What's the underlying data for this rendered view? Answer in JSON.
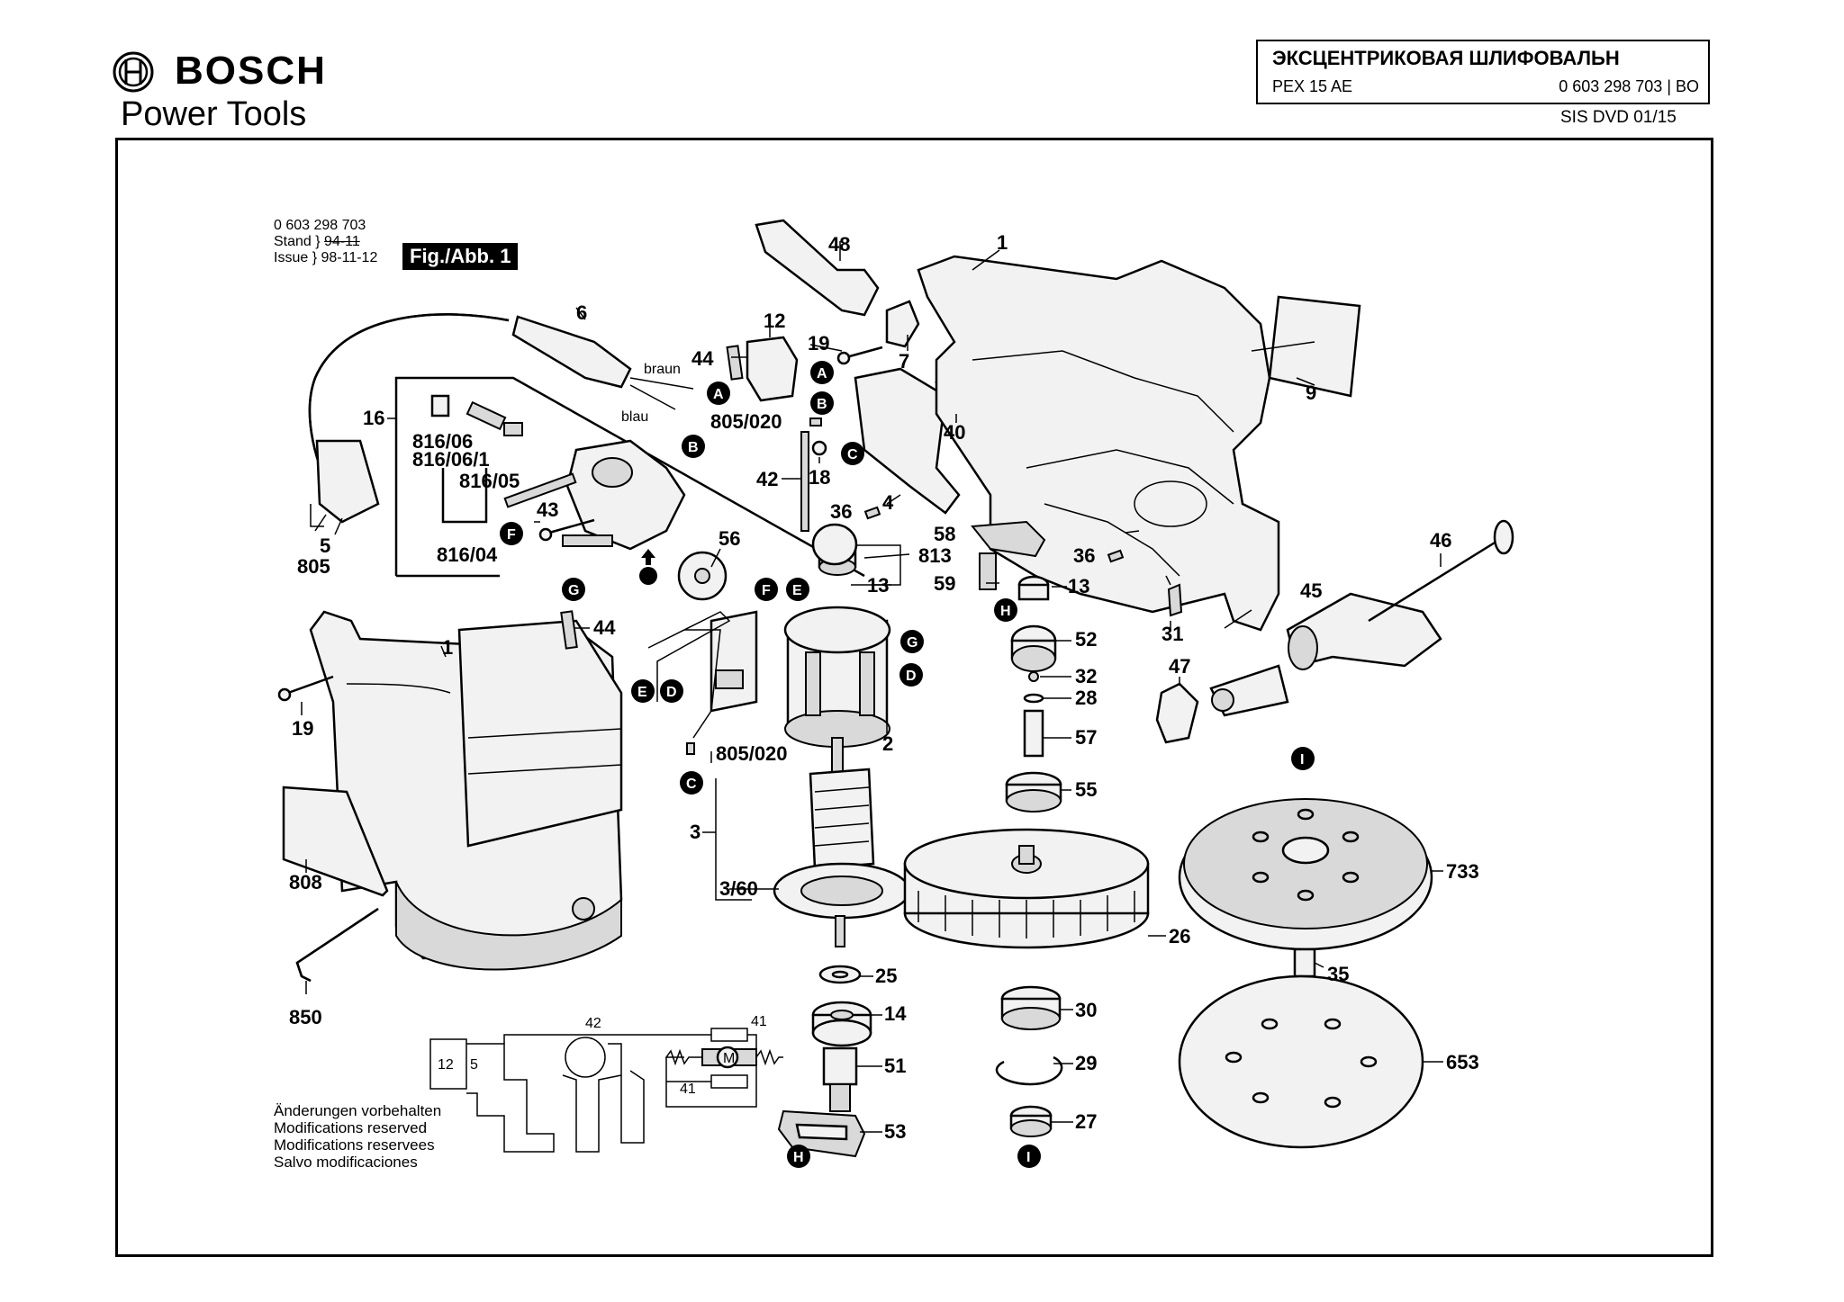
{
  "header": {
    "brand": "BOSCH",
    "subbrand": "Power Tools",
    "product_title": "ЭКСЦЕНТРИКОВАЯ ШЛИФОВАЛЬН",
    "model": "PEX 15 AE",
    "part_number": "0 603 298 703 | BO",
    "sis": "SIS DVD 01/15"
  },
  "info": {
    "number": "0 603 298 703",
    "stand_label": "Stand",
    "issue_label": "Issue",
    "stand_value": "94-11",
    "issue_value": "98-11-12",
    "figure": "Fig./Abb. 1"
  },
  "modifications": [
    "Änderungen vorbehalten",
    "Modifications reserved",
    "Modifications reservees",
    "Salvo modificaciones"
  ],
  "wires": {
    "braun": "braun",
    "blau": "blau"
  },
  "labels": {
    "l1a": "1",
    "l1b": "1",
    "l2": "2",
    "l3": "3",
    "l360": "3/60",
    "l4": "4",
    "l5": "5",
    "l6": "6",
    "l7": "7",
    "l9": "9",
    "l12": "12",
    "l13a": "13",
    "l13b": "13",
    "l14": "14",
    "l16": "16",
    "l18": "18",
    "l19a": "19",
    "l19b": "19",
    "l25": "25",
    "l26": "26",
    "l27": "27",
    "l28": "28",
    "l29": "29",
    "l30": "30",
    "l31": "31",
    "l32": "32",
    "l35": "35",
    "l36a": "36",
    "l36b": "36",
    "l40": "40",
    "l42": "42",
    "l43": "43",
    "l44a": "44",
    "l44b": "44",
    "l45": "45",
    "l46": "46",
    "l47": "47",
    "l48": "48",
    "l51": "51",
    "l52": "52",
    "l53": "53",
    "l55": "55",
    "l56": "56",
    "l57": "57",
    "l58": "58",
    "l59": "59",
    "l653": "653",
    "l733": "733",
    "l805": "805",
    "l805020a": "805/020",
    "l805020b": "805/020",
    "l808": "808",
    "l813": "813",
    "l81606": "816/06",
    "l816061": "816/06/1",
    "l81605": "816/05",
    "l81604": "816/04",
    "l850": "850"
  },
  "markers": {
    "A": "A",
    "B": "B",
    "C": "C",
    "D": "D",
    "E": "E",
    "F": "F",
    "G": "G",
    "H": "H",
    "I": "I"
  },
  "schematic": {
    "s42": "42",
    "s41a": "41",
    "s41b": "41",
    "s12": "12",
    "s5": "5",
    "sM": "M"
  }
}
